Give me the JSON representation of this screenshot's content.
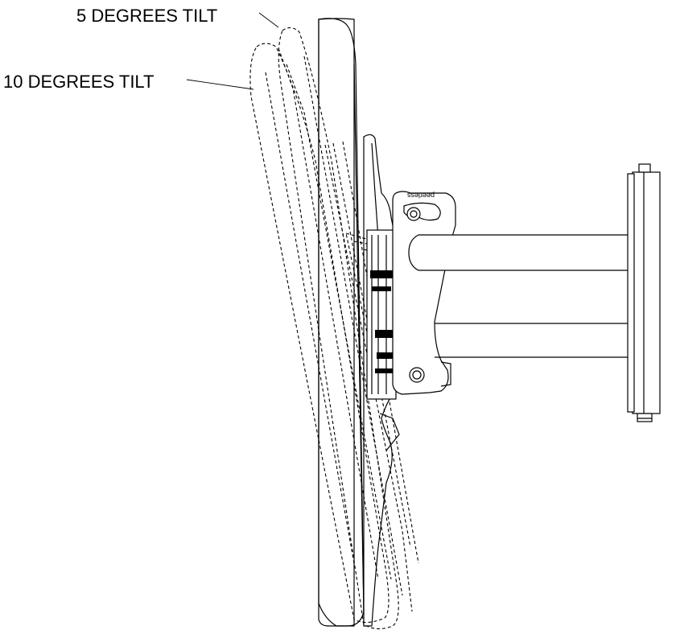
{
  "labels": {
    "tilt_5": "5 DEGREES TILT",
    "tilt_10": "10 DEGREES TILT"
  },
  "bracket_logo_text": "peerless"
}
